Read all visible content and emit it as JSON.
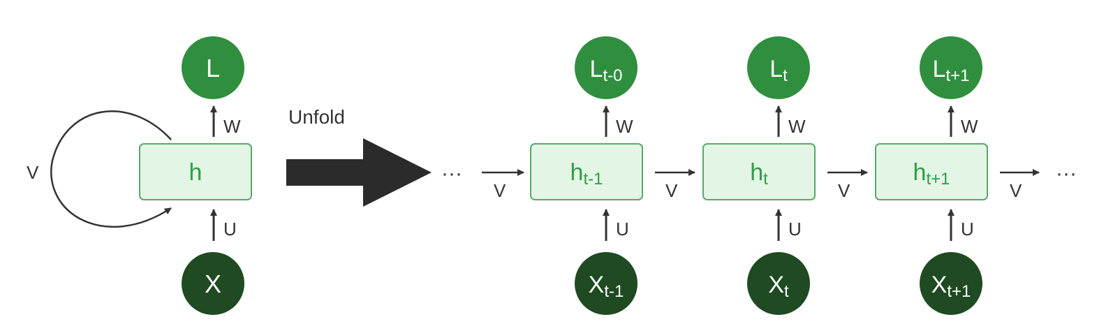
{
  "colors": {
    "output_circle": "#2f8f3e",
    "input_circle": "#1f4a22",
    "hidden_box_fill": "#e3f5e4",
    "hidden_box_stroke": "#5aa86a",
    "hidden_text": "#2e9e47",
    "arrow": "#333333",
    "big_arrow": "#2b2b2b"
  },
  "folded": {
    "output": "L",
    "hidden": "h",
    "input": "X",
    "w_label": "W",
    "u_label": "U",
    "v_label": "V"
  },
  "unfold_label": "Unfold",
  "ellipsis": "···",
  "steps": [
    {
      "output_main": "L",
      "output_sub": "t-0",
      "hidden_main": "h",
      "hidden_sub": "t-1",
      "input_main": "X",
      "input_sub": "t-1",
      "w_label": "W",
      "u_label": "U",
      "v_label": "V"
    },
    {
      "output_main": "L",
      "output_sub": "t",
      "hidden_main": "h",
      "hidden_sub": "t",
      "input_main": "X",
      "input_sub": "t",
      "w_label": "W",
      "u_label": "U",
      "v_label": "V"
    },
    {
      "output_main": "L",
      "output_sub": "t+1",
      "hidden_main": "h",
      "hidden_sub": "t+1",
      "input_main": "X",
      "input_sub": "t+1",
      "w_label": "W",
      "u_label": "U",
      "v_label": "V"
    }
  ],
  "leading_v_label": "V"
}
